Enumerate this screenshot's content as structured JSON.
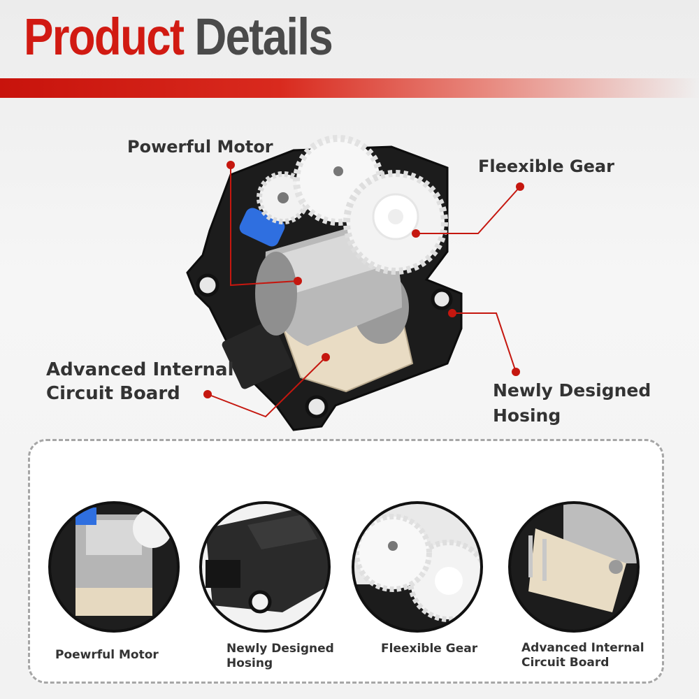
{
  "header": {
    "title_part1": "Product",
    "title_part2": "Details"
  },
  "callouts": {
    "motor": "Powerful Motor",
    "gear": "Fleexible Gear",
    "board_line1": "Advanced Internal",
    "board_line2": "Circuit Board",
    "housing_line1": "Newly Designed",
    "housing_line2": "Hosing"
  },
  "thumbnails": [
    {
      "label_line1": "Poewrful Motor",
      "label_line2": ""
    },
    {
      "label_line1": "Newly Designed",
      "label_line2": "Hosing"
    },
    {
      "label_line1": "Fleexible Gear",
      "label_line2": ""
    },
    {
      "label_line1": "Advanced Internal",
      "label_line2": "Circuit Board"
    }
  ],
  "colors": {
    "accent_red": "#d11a12",
    "title_dark": "#4a4a4a"
  }
}
